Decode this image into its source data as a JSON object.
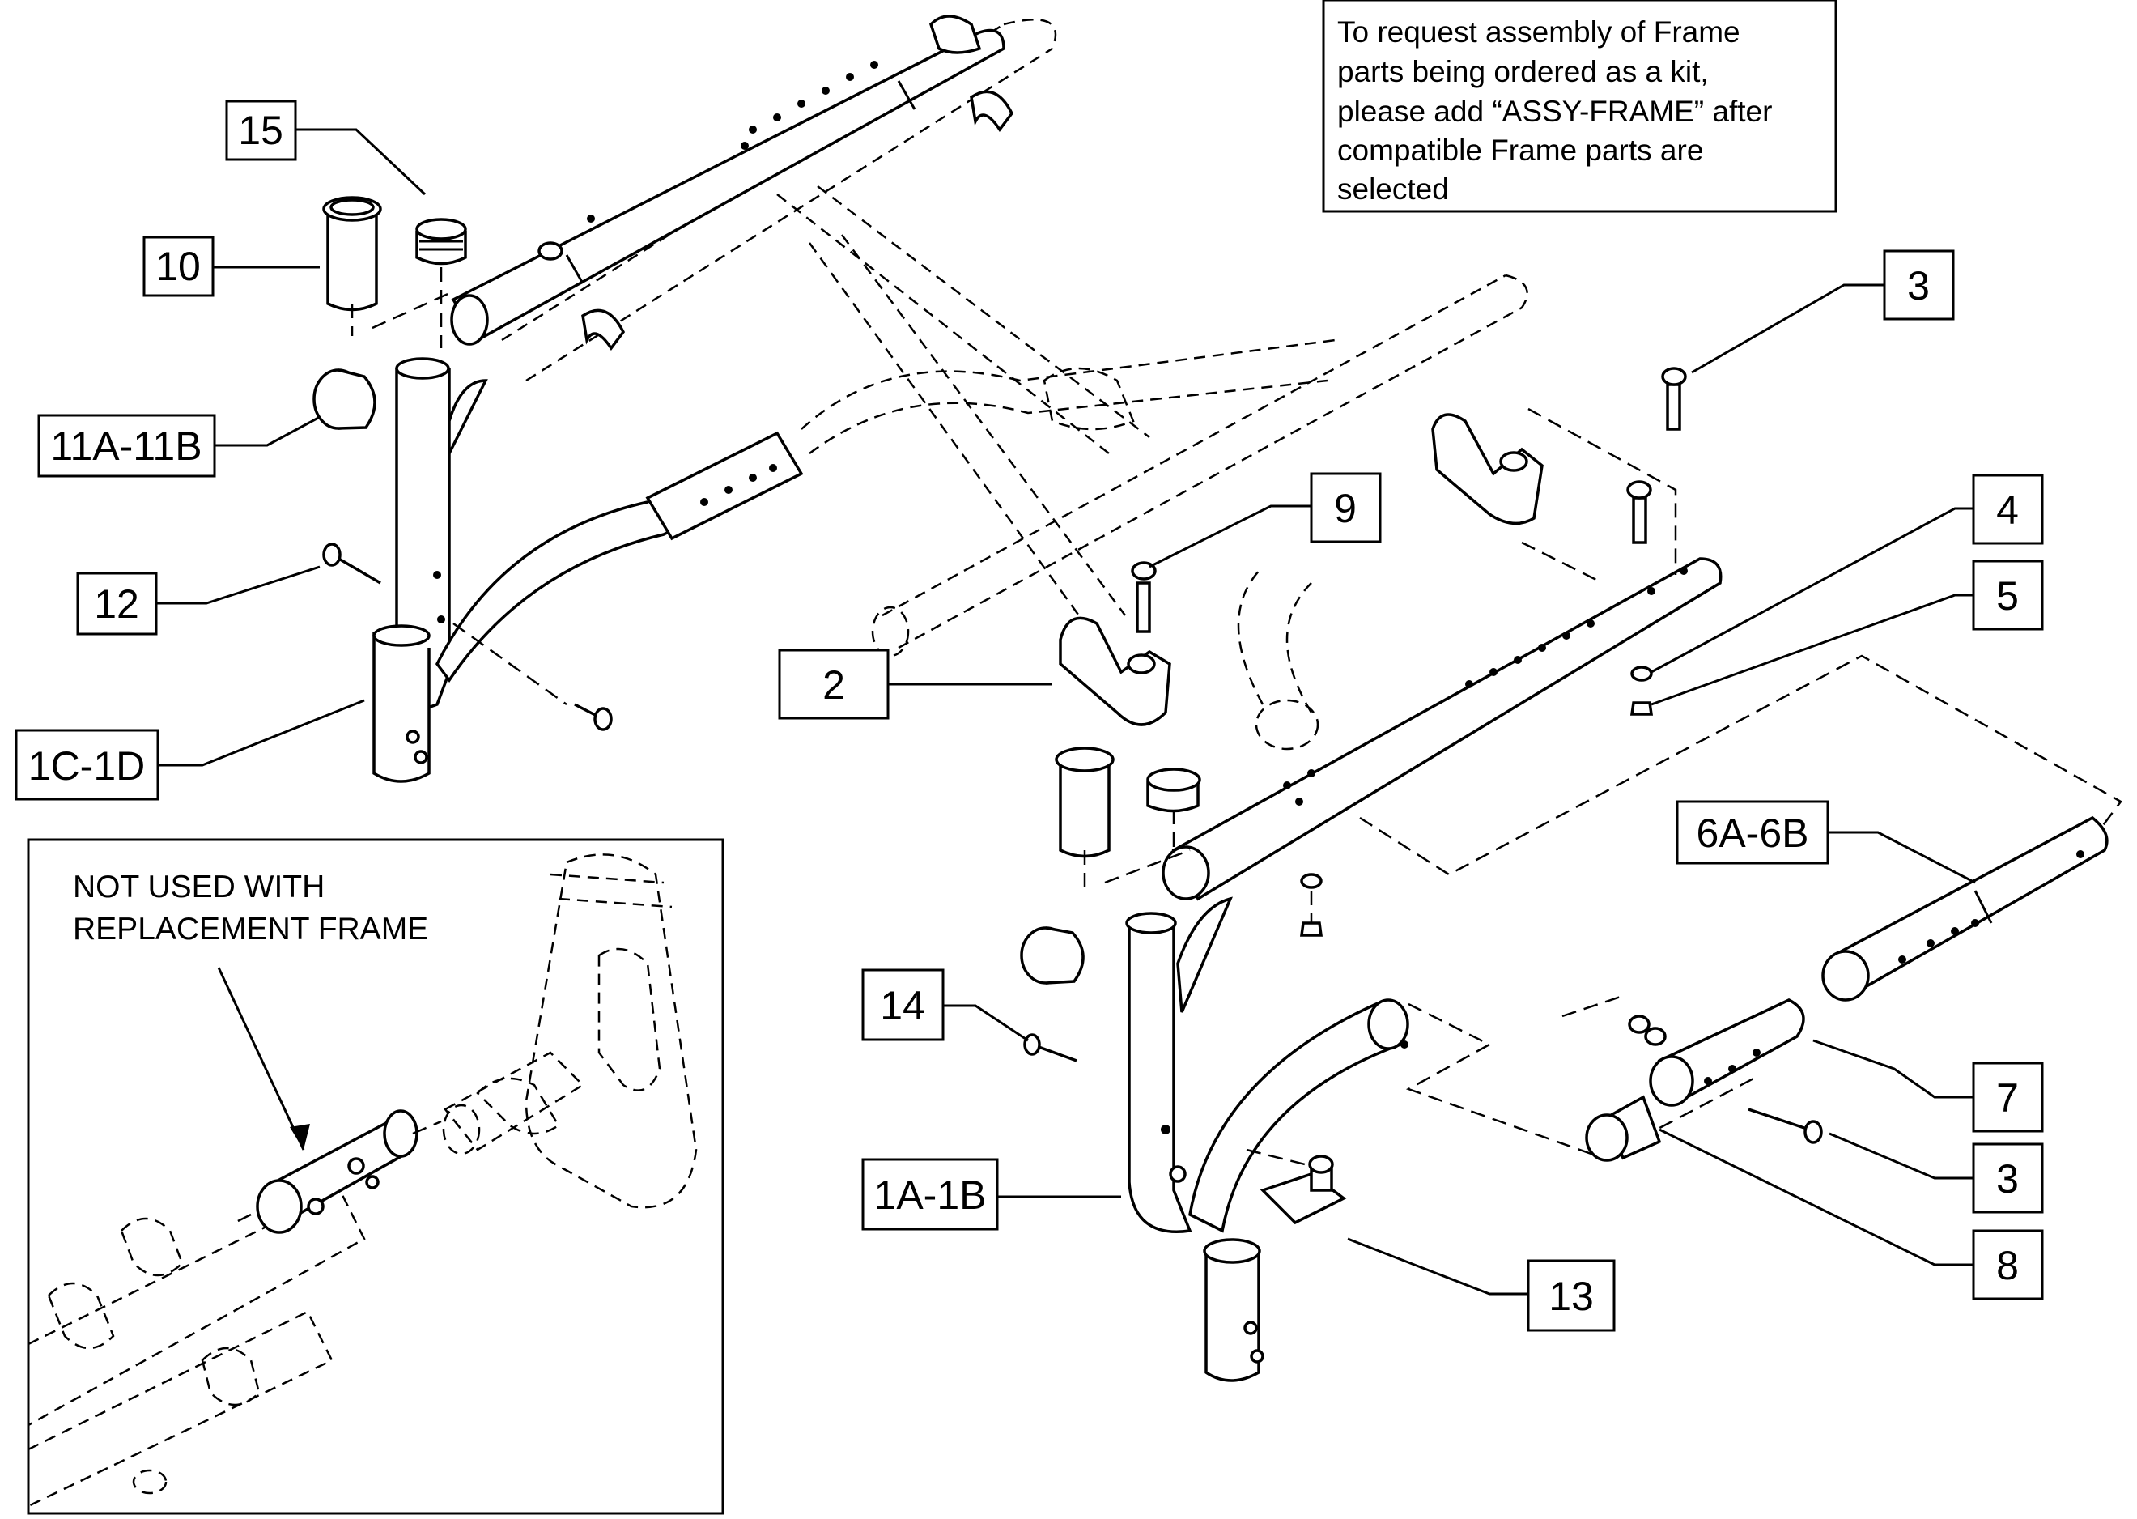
{
  "note": {
    "lines": [
      "To request assembly of Frame",
      "parts being ordered as a kit,",
      "please add “ASSY-FRAME” after",
      "compatible Frame parts are",
      "selected"
    ]
  },
  "inset": {
    "label_lines": [
      "NOT USED WITH",
      "REPLACEMENT FRAME"
    ]
  },
  "callouts": {
    "c15": "15",
    "c10": "10",
    "c11": "11A-11B",
    "c12": "12",
    "c1c": "1C-1D",
    "c3a": "3",
    "c9": "9",
    "c4": "4",
    "c5": "5",
    "c2": "2",
    "c6": "6A-6B",
    "c14": "14",
    "c7": "7",
    "c3b": "3",
    "c1a": "1A-1B",
    "c8": "8",
    "c13": "13"
  }
}
